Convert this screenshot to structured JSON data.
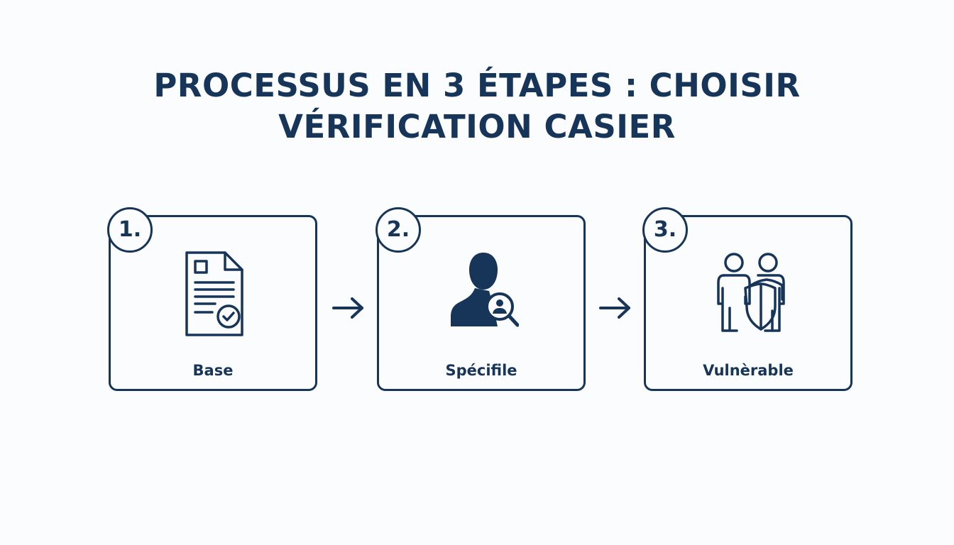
{
  "title": {
    "line1": "PROCESSUS EN 3 ÉTAPES : CHOISIR",
    "line2": "VÉRIFICATION CASIER"
  },
  "steps": [
    {
      "number": "1.",
      "label": "Base",
      "icon": "document-check-icon"
    },
    {
      "number": "2.",
      "label": "Spécifile",
      "icon": "person-search-icon"
    },
    {
      "number": "3.",
      "label": "Vulnèrable",
      "icon": "people-shield-icon"
    }
  ],
  "colors": {
    "primary": "#173459",
    "background": "#fbfcfd"
  }
}
